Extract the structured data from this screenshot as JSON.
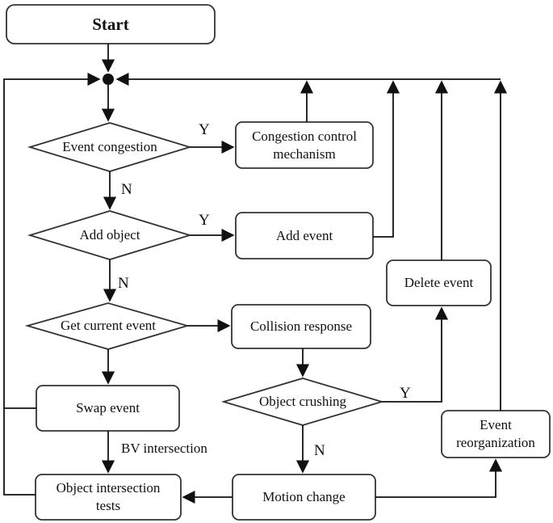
{
  "nodes": {
    "start": "Start",
    "event_congestion": "Event congestion",
    "congestion_control": "Congestion control\nmechanism",
    "add_object": "Add object",
    "add_event": "Add event",
    "delete_event": "Delete event",
    "get_current_event": "Get current event",
    "collision_response": "Collision response",
    "swap_event": "Swap event",
    "object_crushing": "Object crushing",
    "event_reorganization": "Event\nreorganization",
    "object_intersection_tests": "Object intersection\ntests",
    "motion_change": "Motion change"
  },
  "labels": {
    "y1": "Y",
    "n1": "N",
    "y2": "Y",
    "n2": "N",
    "y3": "Y",
    "n3": "N",
    "bv": "BV intersection"
  }
}
